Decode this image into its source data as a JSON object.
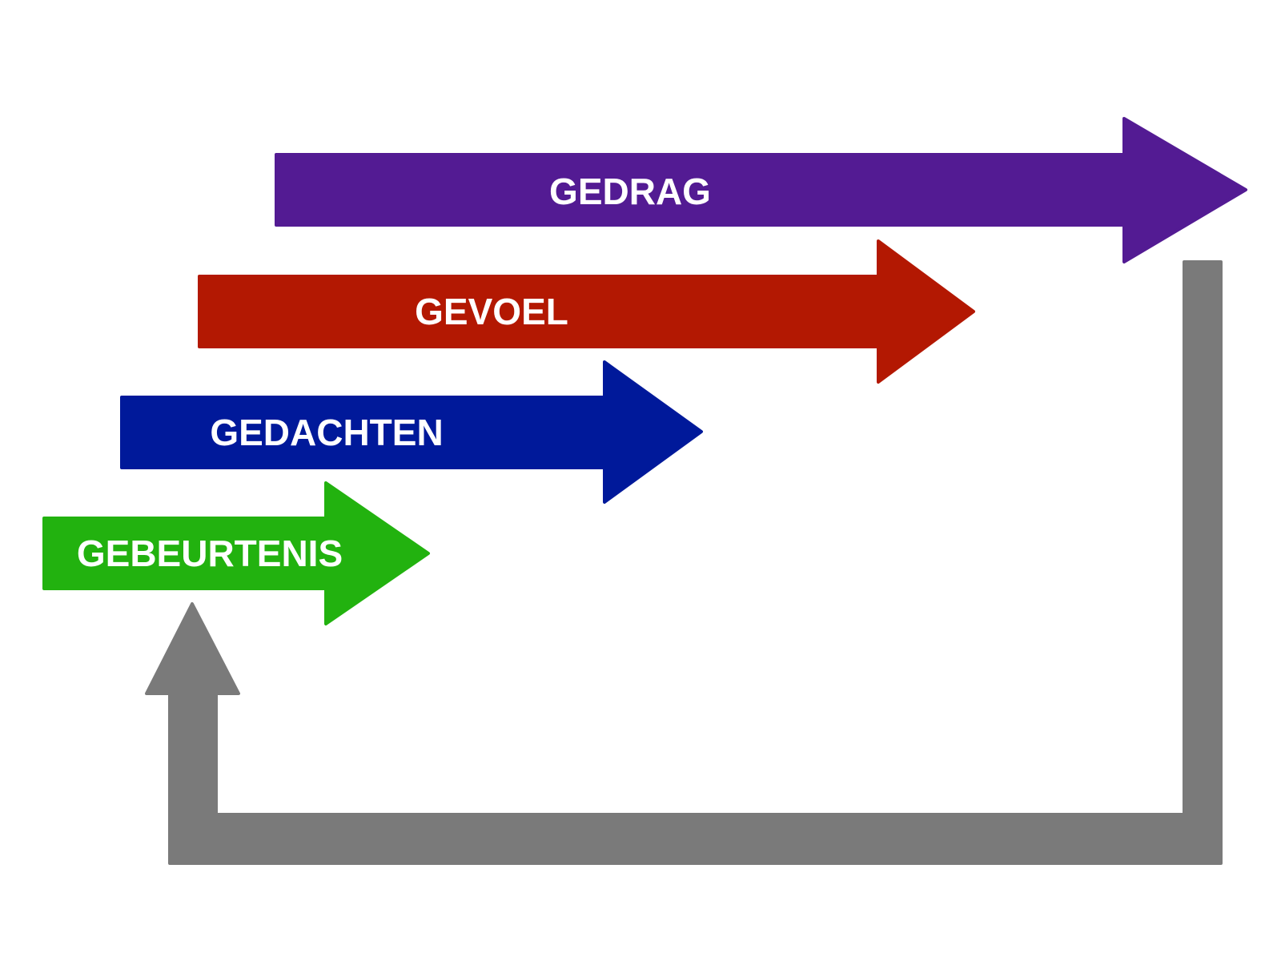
{
  "diagram": {
    "steps": [
      {
        "label": "GEBEURTENIS",
        "color": "#22b20f"
      },
      {
        "label": "GEDACHTEN",
        "color": "#00199a"
      },
      {
        "label": "GEVOEL",
        "color": "#b31802"
      },
      {
        "label": "GEDRAG",
        "color": "#531b93"
      }
    ],
    "feedback_loop": {
      "color": "#7a7a7a"
    },
    "background": "#ffffff"
  }
}
